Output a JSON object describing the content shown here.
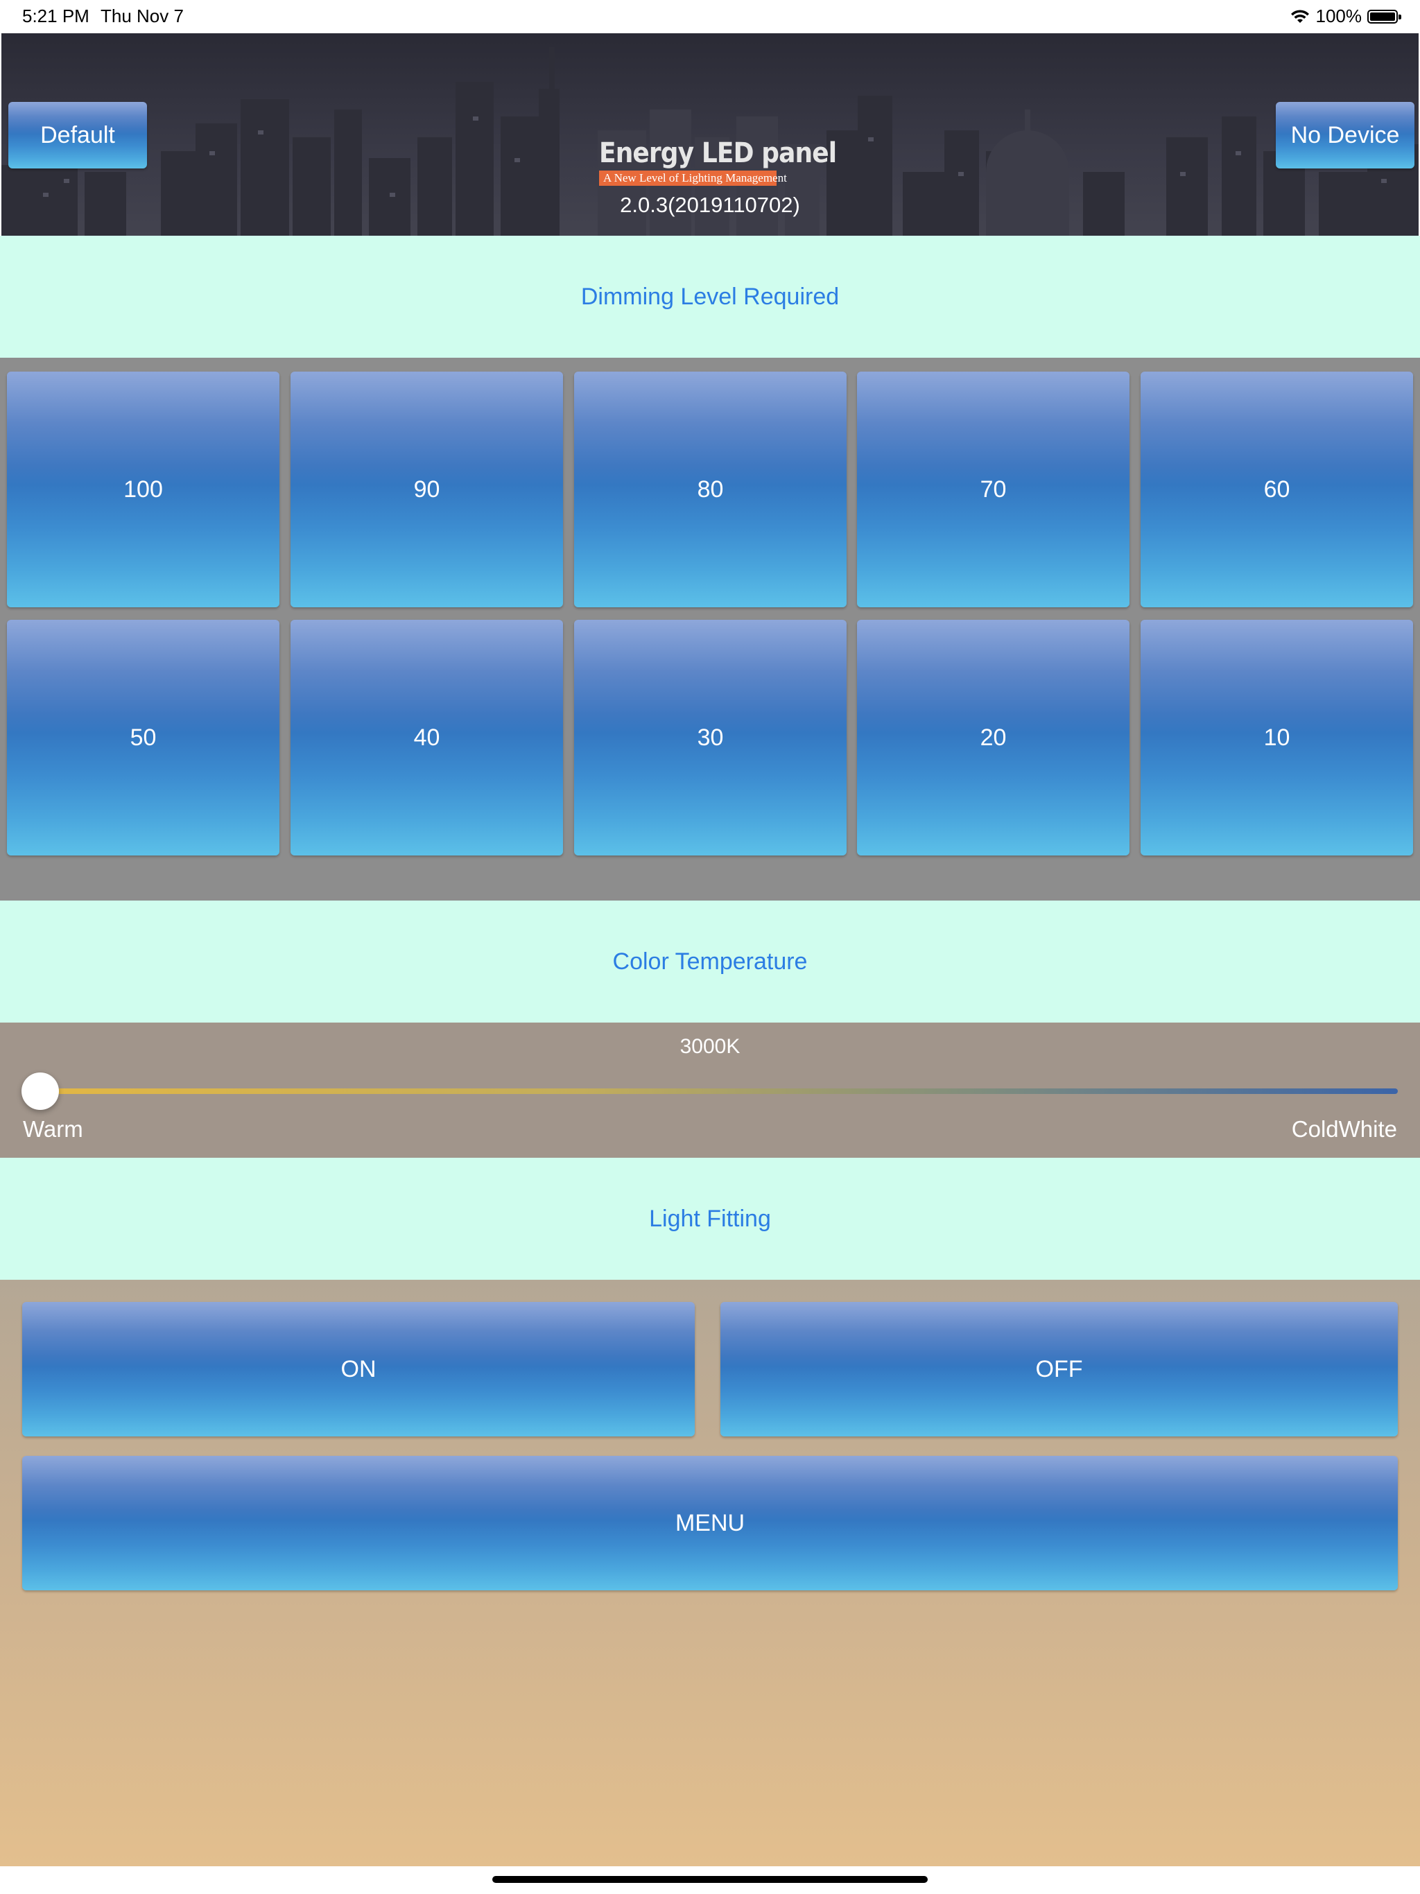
{
  "status_bar": {
    "time": "5:21 PM",
    "date": "Thu Nov 7",
    "battery": "100%",
    "icons": [
      "wifi-icon",
      "battery-icon"
    ]
  },
  "header": {
    "default_label": "Default",
    "device_label": "No Device",
    "logo_title": "Energy LED panel",
    "logo_tagline": "A New Level of Lighting Management",
    "version": "2.0.3(2019110702)"
  },
  "dimming": {
    "title": "Dimming Level Required",
    "levels": [
      "100",
      "90",
      "80",
      "70",
      "60",
      "50",
      "40",
      "30",
      "20",
      "10"
    ]
  },
  "color_temperature": {
    "title": "Color Temperature",
    "value": "3000K",
    "slider_position": 0.0,
    "min_label": "Warm",
    "max_label": "ColdWhite"
  },
  "light_fitting": {
    "title": "Light Fitting",
    "on_label": "ON",
    "off_label": "OFF",
    "menu_label": "MENU"
  },
  "colors": {
    "section_bg": "#d0fdee",
    "section_text": "#2b7de3",
    "button_top": "#8ea7da",
    "button_bottom": "#5cc0e8"
  }
}
